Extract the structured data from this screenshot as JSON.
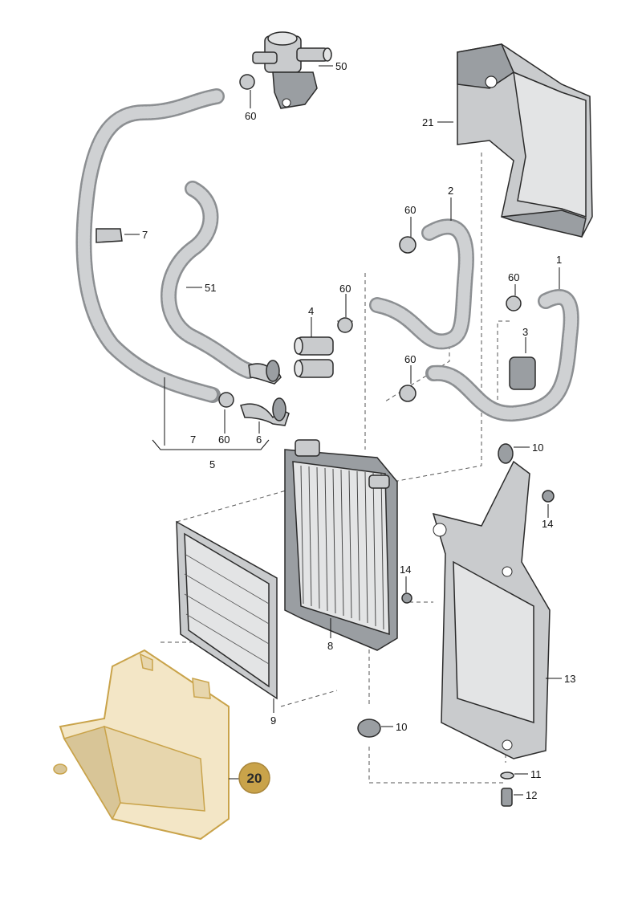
{
  "labels": {
    "l50": "50",
    "l60a": "60",
    "l21": "21",
    "l2": "2",
    "l60b": "60",
    "l7a": "7",
    "l51": "51",
    "l1": "1",
    "l60c": "60",
    "l4": "4",
    "l60d": "60",
    "l3": "3",
    "l60e": "60",
    "l7b": "7",
    "l60f": "60",
    "l6": "6",
    "l5": "5",
    "l10a": "10",
    "l14a": "14",
    "l14b": "14",
    "l8": "8",
    "l13": "13",
    "l9": "9",
    "l10b": "10",
    "l11": "11",
    "l12": "12"
  },
  "highlight": {
    "badge": "20",
    "badge_color": "#c9a34a",
    "part_fill": "#f3e6c6",
    "part_stroke": "#c9a34a"
  }
}
